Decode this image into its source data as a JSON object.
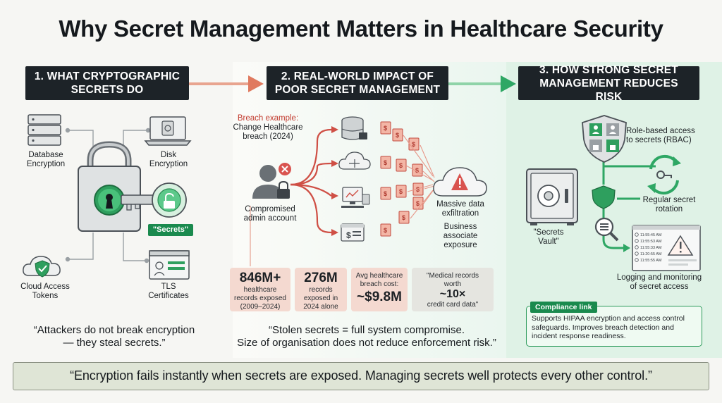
{
  "title": "Why Secret Management Matters in Healthcare Security",
  "steps": [
    {
      "line1": "1. WHAT CRYPTOGRAPHIC",
      "line2": "SECRETS DO"
    },
    {
      "line1": "2. REAL-WORLD IMPACT OF",
      "line2": "POOR SECRET MANAGEMENT"
    },
    {
      "line1": "3. HOW STRONG SECRET",
      "line2": "MANAGEMENT REDUCES RISK"
    }
  ],
  "col1": {
    "database_encryption": [
      "Database",
      "Encryption"
    ],
    "disk_encryption": [
      "Disk",
      "Encryption"
    ],
    "secrets_badge": "\"Secrets\"",
    "cloud_access_tokens": [
      "Cloud Access",
      "Tokens"
    ],
    "tls_certificates": [
      "TLS",
      "Certificates"
    ],
    "quote": [
      "“Attackers do not break encryption",
      "— they steal secrets.”"
    ]
  },
  "col2": {
    "breach_example": "Breach example:",
    "breach_name": [
      "Change Healthcare",
      "breach (2024)"
    ],
    "compromised": [
      "Compromised",
      "admin account"
    ],
    "exfiltration": [
      "Massive data",
      "exfiltration"
    ],
    "business": [
      "Business",
      "associate",
      "exposure"
    ],
    "stats": [
      {
        "big": "846M+",
        "small": [
          "healthcare",
          "records exposed",
          "(2009–2024)"
        ]
      },
      {
        "big": "276M",
        "small": [
          "records",
          "exposed in",
          "2024 alone"
        ]
      },
      {
        "big": "~$9.8M",
        "small": [
          "Avg healthcare",
          "breach cost:"
        ]
      },
      {
        "big": "~10×",
        "small": [
          "\"Medical records",
          "worth",
          "credit card data\""
        ]
      }
    ],
    "quote": [
      "“Stolen secrets = full system compromise.",
      "Size of organisation does not reduce enforcement risk.”"
    ]
  },
  "col3": {
    "rbac": [
      "Role-based access",
      "to secrets (RBAC)"
    ],
    "rotation": [
      "Regular secret",
      "rotation"
    ],
    "vault": [
      "\"Secrets",
      "Vault\""
    ],
    "logging": [
      "Logging and monitoring",
      "of secret access"
    ],
    "log_times": [
      "11:55:45 AM",
      "11:55:53 AM",
      "11:55:33 AM",
      "11:20:55 AM",
      "11:55:55 AM"
    ],
    "compliance_tag": "Compliance link",
    "compliance_text": "Supports HIPAA encryption and access control safeguards. Improves breach detection and incident response readiness."
  },
  "banner": "“Encryption fails instantly when secrets are exposed. Managing secrets well protects every other control.”",
  "colors": {
    "dark": "#1d2328",
    "green": "#1a8a4e",
    "red": "#d9534f",
    "salmon": "#f4d9d0"
  }
}
